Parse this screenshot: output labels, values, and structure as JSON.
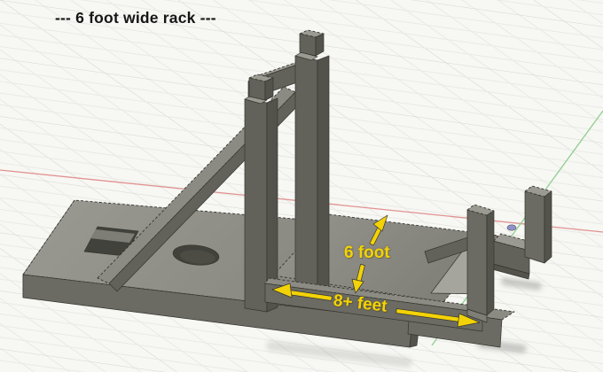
{
  "viewport": {
    "type": "3d-cad-isometric-view",
    "background_color": "#f7f7f4",
    "grid": {
      "minor_line_color": "#e9e9e6",
      "major_line_color": "#d5d5d0"
    }
  },
  "title_annotation": {
    "text": "--- 6 foot wide rack ---",
    "color": "#161616"
  },
  "dimension_annotations": {
    "depth": {
      "label": "6 foot"
    },
    "width": {
      "label": "8+ feet"
    },
    "color": "#f3d207"
  },
  "axes": {
    "x_axis_color": "#e09290",
    "y_axis_color": "#90cf90",
    "origin_marker_color": "#7678c8"
  },
  "model": {
    "name": "6-foot-wide-rack",
    "colors": {
      "top_face": "#8b8b83",
      "front_face": "#6b6b63",
      "side_face": "#53534c",
      "inner_face": "#a5a59d",
      "hole": "#42423c"
    },
    "features": [
      "base-plate",
      "rectangular-slot",
      "round-hole",
      "diagonal-brace",
      "front-post",
      "back-post",
      "crossbar",
      "shelf-platform",
      "front-rail",
      "lower-rail",
      "end-hook",
      "detached-hook"
    ]
  }
}
